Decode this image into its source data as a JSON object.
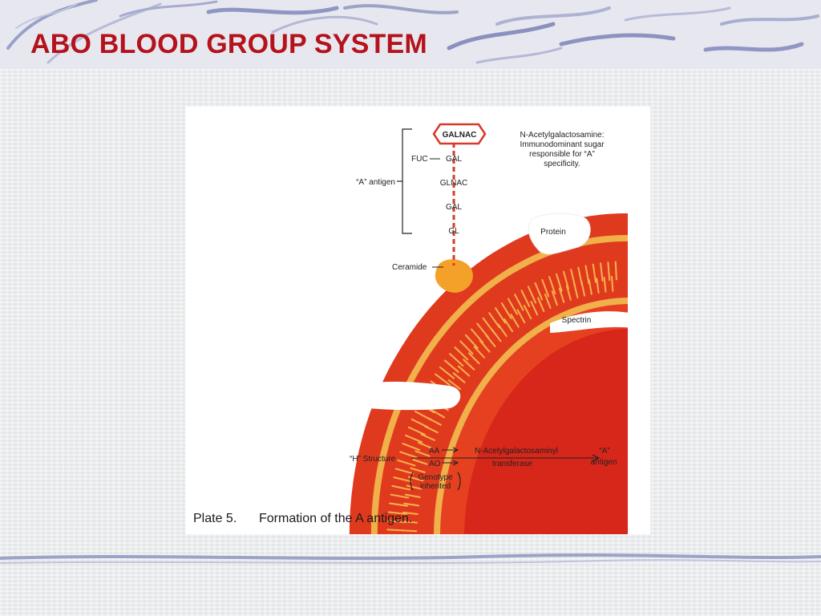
{
  "slide": {
    "title": "ABO BLOOD GROUP SYSTEM",
    "title_color": "#b5121b"
  },
  "figure": {
    "galnac": "GALNAC",
    "fuc": "FUC",
    "gal1": "GAL",
    "glnac": "GLNAC",
    "gal2": "GAL",
    "gl": "GL",
    "a_antigen": "“A” antigen",
    "note_line1": "N-Acetylgalactosamine:",
    "note_line2": "Immunodominant sugar",
    "note_line3": "responsible for “A”",
    "note_line4": "specificity.",
    "ceramide": "Ceramide",
    "protein": "Protein",
    "spectrin": "Spectrin",
    "membrane_color": "#e03a1e",
    "lipid_color": "#f6b24a"
  },
  "pathway": {
    "h_structure": "“H” Structure",
    "aa": "AA",
    "ao": "AO",
    "enzyme_line1": "N-Acetylgalactosaminyl",
    "enzyme_line2": "transferase",
    "result_line1": "“A”",
    "result_line2": "antigen",
    "genotype_line1": "Genotype",
    "genotype_line2": "inherited"
  },
  "caption": {
    "plate_no": "Plate 5.",
    "text": "Formation of the A antigen."
  }
}
